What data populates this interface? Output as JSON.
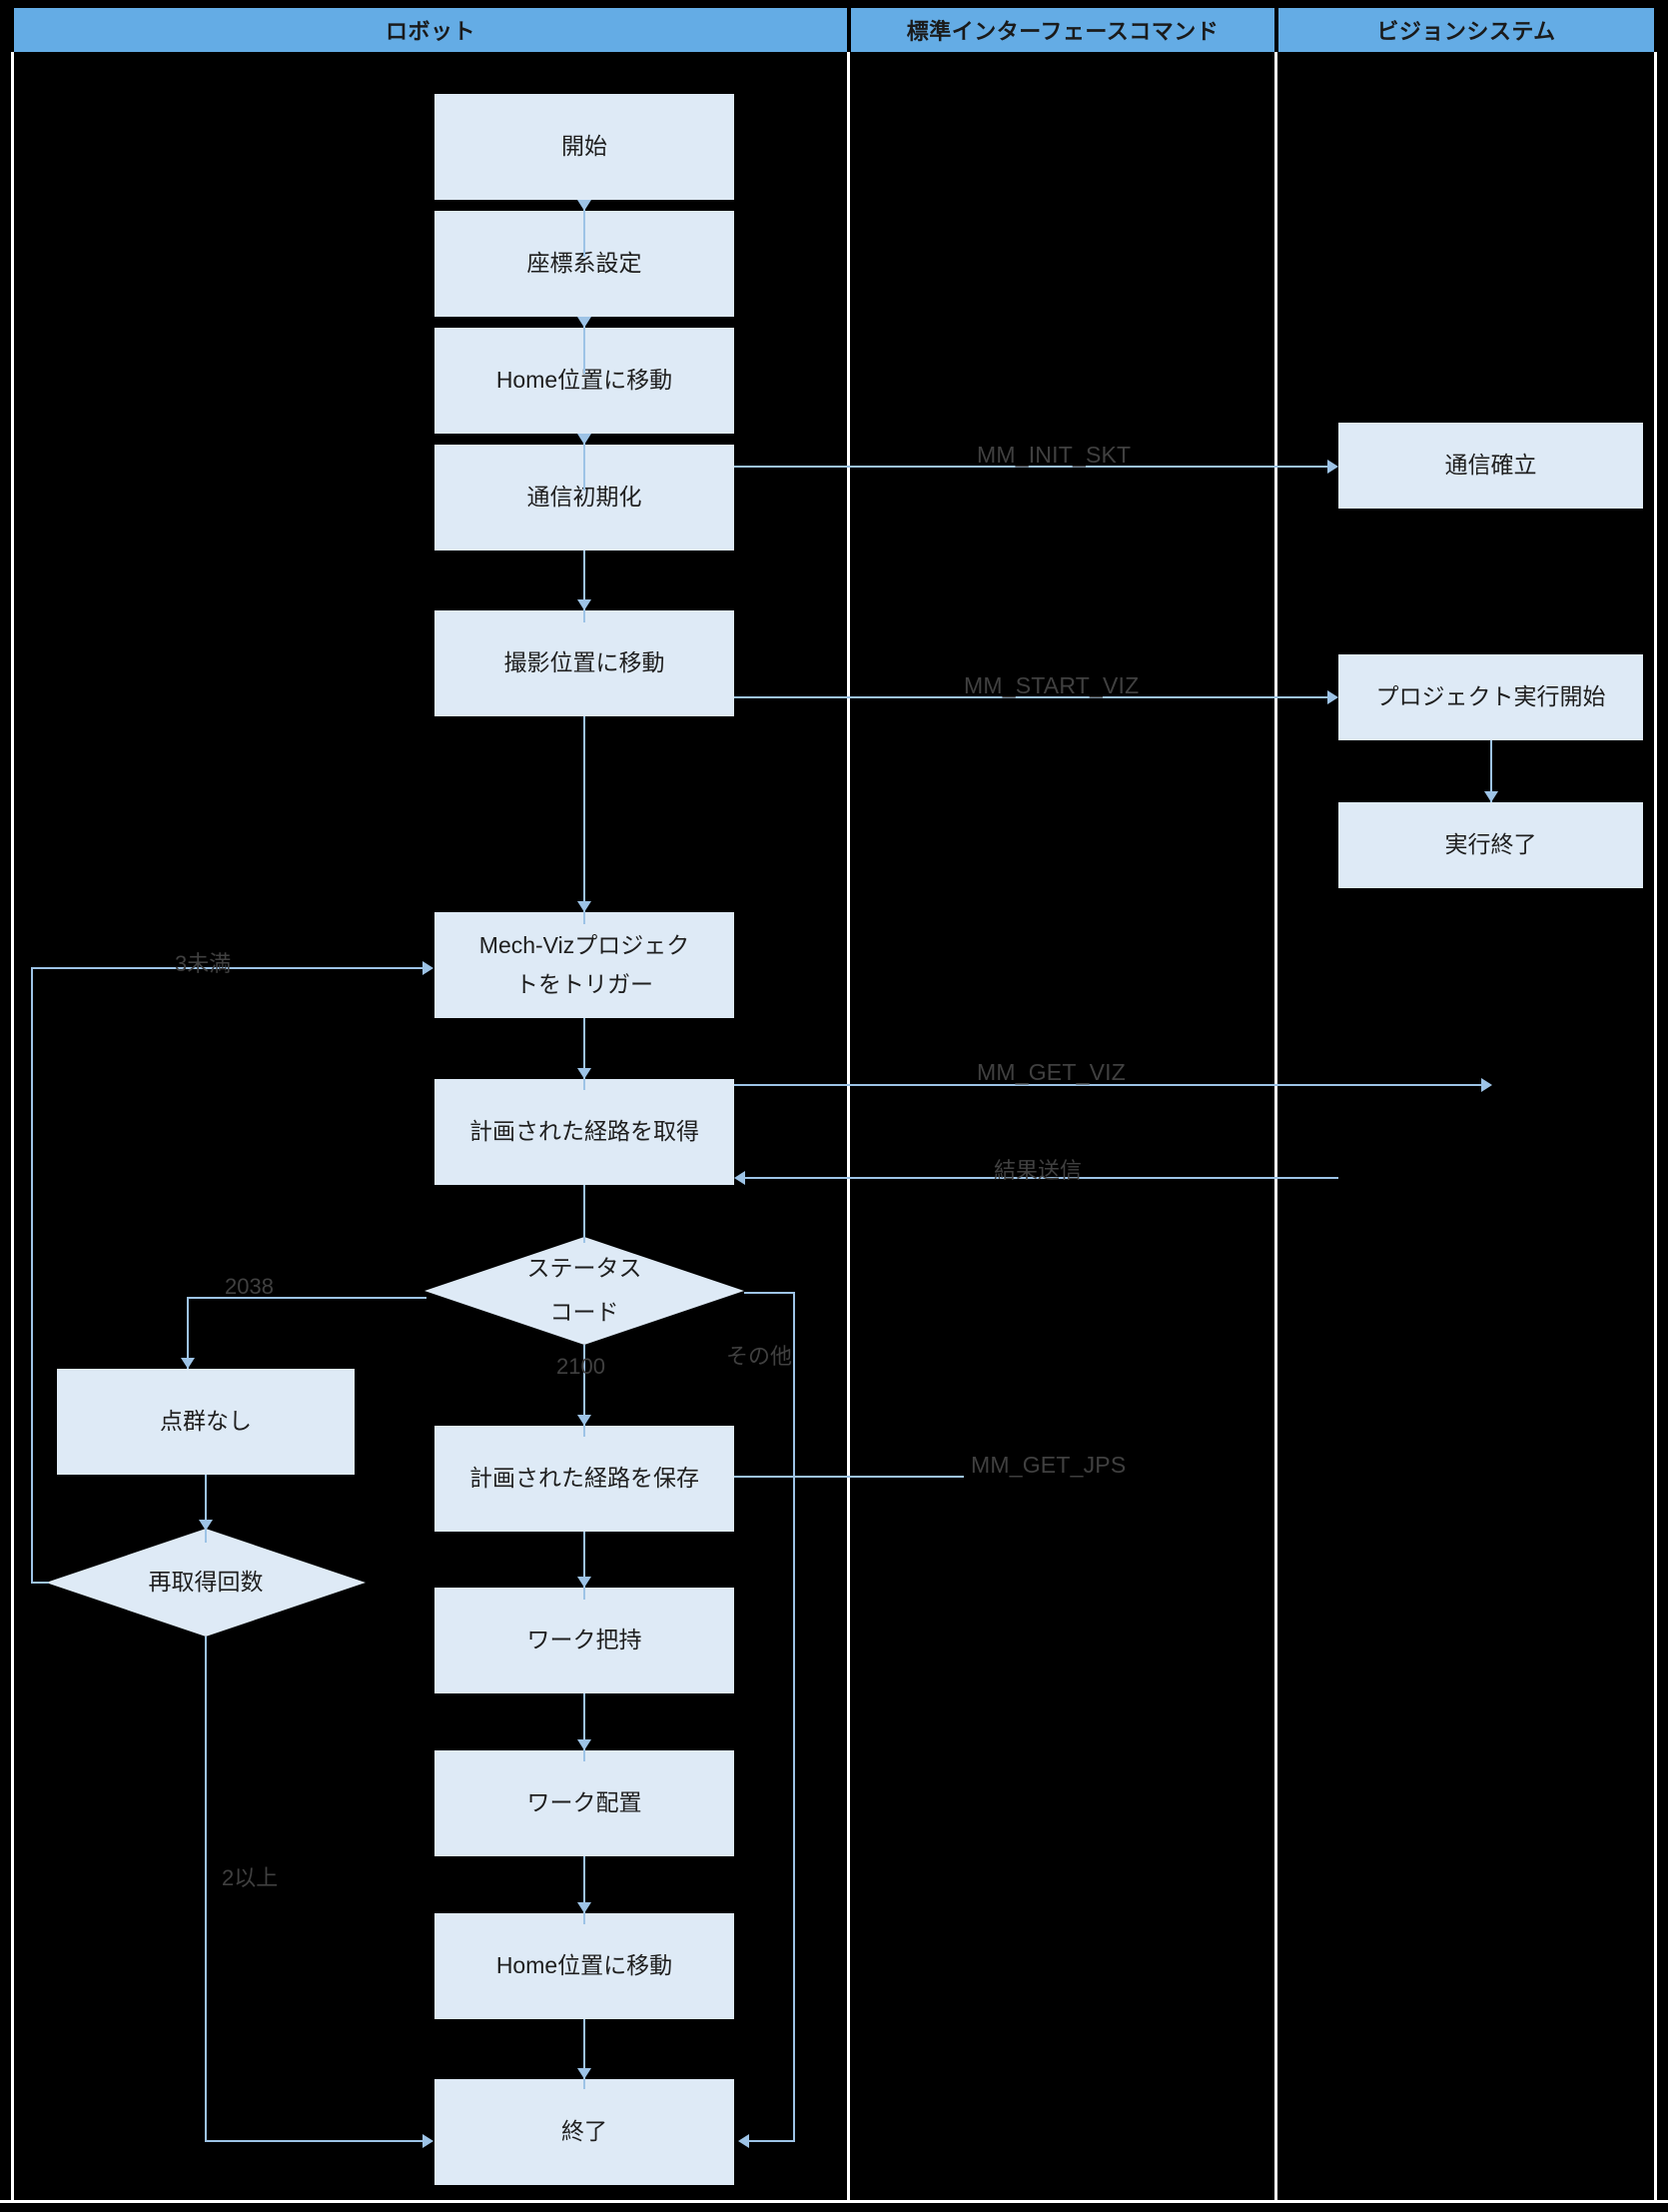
{
  "header": {
    "lanes": [
      {
        "label": "ロボット"
      },
      {
        "label": "標準インターフェースコマンド"
      },
      {
        "label": "ビジョンシステム"
      }
    ]
  },
  "nodes": {
    "start": "開始",
    "set_coord": "座標系設定",
    "move_home_1": "Home位置に移動",
    "init_comm": "通信初期化",
    "move_capture": "撮影位置に移動",
    "trigger_mechviz_line1": "Mech-Vizプロジェク",
    "trigger_mechviz_line2": "トをトリガー",
    "get_planned_path": "計画された経路を取得",
    "status_code_line1": "ステータス",
    "status_code_line2": "コード",
    "no_point_cloud": "点群なし",
    "retry_count": "再取得回数",
    "save_planned_path": "計画された経路を保存",
    "pick_work": "ワーク把持",
    "place_work": "ワーク配置",
    "move_home_2": "Home位置に移動",
    "end": "終了",
    "comm_established": "通信確立",
    "project_exec_start": "プロジェクト実行開始",
    "exec_finished": "実行終了"
  },
  "edge_labels": {
    "mm_init_skt": "MM_INIT_SKT",
    "mm_start_viz": "MM_START_VIZ",
    "mm_get_viz": "MM_GET_VIZ",
    "send_result": "結果送信",
    "mm_get_jps": "MM_GET_JPS",
    "code_2038": "2038",
    "code_2100": "2100",
    "other": "その他",
    "less_than_3": "3未満",
    "two_or_more": "2以上"
  },
  "colors": {
    "header_band": "#64ace5",
    "node_fill": "#deeaf6",
    "connector": "#9dc3e6",
    "background": "#000000",
    "lane_divider": "#ffffff",
    "text": "#1f1f1f",
    "edge_label_text": "#404040"
  }
}
